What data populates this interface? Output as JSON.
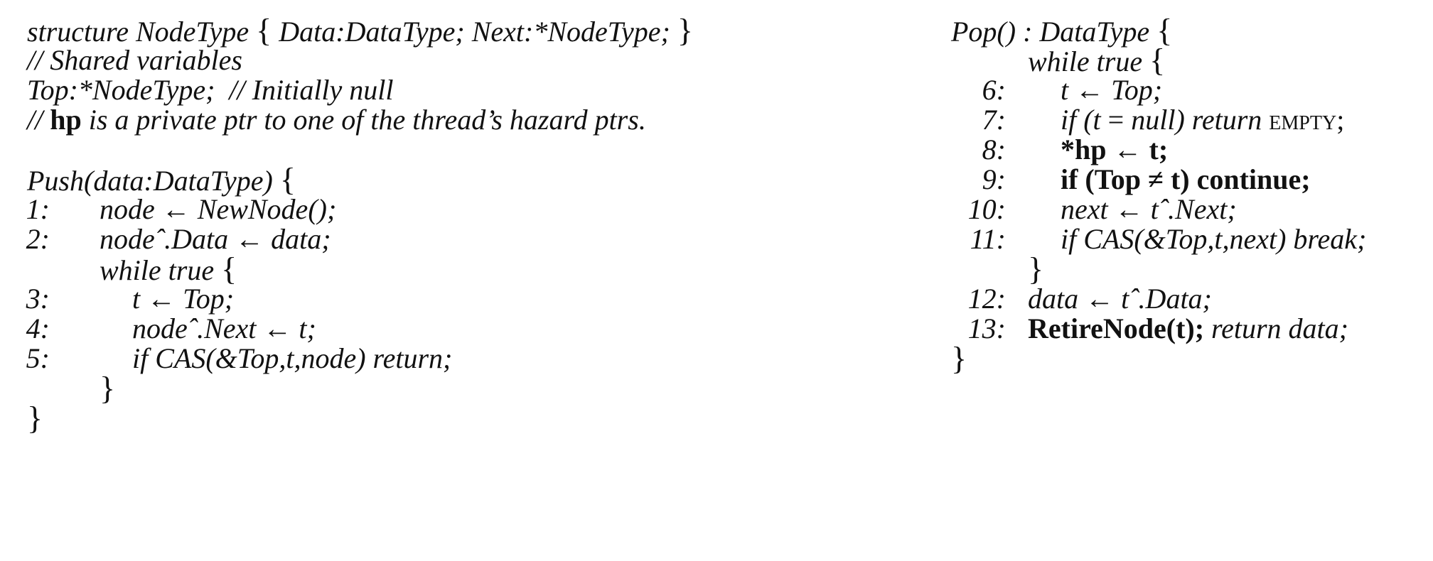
{
  "left": {
    "lines": [
      {
        "ln": "",
        "indent": 0,
        "segs": [
          {
            "t": "structure NodeType "
          },
          {
            "t": "{",
            "s": "br"
          },
          {
            "t": " Data:DataType; Next:*NodeType; "
          },
          {
            "t": "}",
            "s": "br"
          }
        ]
      },
      {
        "ln": "",
        "indent": 0,
        "segs": [
          {
            "t": "// Shared variables"
          }
        ]
      },
      {
        "ln": "",
        "indent": 0,
        "segs": [
          {
            "t": "Top:*NodeType;  // Initially null"
          }
        ]
      },
      {
        "ln": "",
        "indent": 0,
        "segs": [
          {
            "t": "// "
          },
          {
            "t": "hp",
            "s": "b"
          },
          {
            "t": " is a private ptr to one of the thread’s hazard ptrs."
          }
        ]
      },
      {
        "ln": "",
        "indent": 0,
        "segs": []
      },
      {
        "ln": "",
        "indent": 0,
        "segs": [
          {
            "t": "Push(data:DataType) "
          },
          {
            "t": "{",
            "s": "br"
          }
        ]
      },
      {
        "ln": "1:",
        "indent": 1,
        "segs": [
          {
            "t": "node "
          },
          {
            "t": "←",
            "s": "up"
          },
          {
            "t": " NewNode();"
          }
        ]
      },
      {
        "ln": "2:",
        "indent": 1,
        "segs": [
          {
            "t": "nodeˆ.Data "
          },
          {
            "t": "←",
            "s": "up"
          },
          {
            "t": " data;"
          }
        ]
      },
      {
        "ln": "",
        "indent": 1,
        "segs": [
          {
            "t": "while true "
          },
          {
            "t": "{",
            "s": "br"
          }
        ]
      },
      {
        "ln": "3:",
        "indent": 2,
        "segs": [
          {
            "t": "t "
          },
          {
            "t": "←",
            "s": "up"
          },
          {
            "t": " Top;"
          }
        ]
      },
      {
        "ln": "4:",
        "indent": 2,
        "segs": [
          {
            "t": "nodeˆ.Next "
          },
          {
            "t": "←",
            "s": "up"
          },
          {
            "t": " t;"
          }
        ]
      },
      {
        "ln": "5:",
        "indent": 2,
        "segs": [
          {
            "t": "if CAS(&Top,t,node) return;"
          }
        ]
      },
      {
        "ln": "",
        "indent": 1,
        "segs": [
          {
            "t": "}",
            "s": "br"
          }
        ]
      },
      {
        "ln": "",
        "indent": 0,
        "segs": [
          {
            "t": "}",
            "s": "br"
          }
        ]
      }
    ]
  },
  "right": {
    "lines": [
      {
        "ln": "",
        "indent": 0,
        "segs": [
          {
            "t": "Pop() : DataType "
          },
          {
            "t": "{",
            "s": "br"
          }
        ]
      },
      {
        "ln": "",
        "indent": 1,
        "segs": [
          {
            "t": "while true "
          },
          {
            "t": "{",
            "s": "br"
          }
        ]
      },
      {
        "ln": "6:",
        "indent": 2,
        "segs": [
          {
            "t": "t "
          },
          {
            "t": "←",
            "s": "up"
          },
          {
            "t": " Top;"
          }
        ]
      },
      {
        "ln": "7:",
        "indent": 2,
        "segs": [
          {
            "t": "if (t "
          },
          {
            "t": "=",
            "s": "up"
          },
          {
            "t": " null) return "
          },
          {
            "t": "empty",
            "s": "sc"
          },
          {
            "t": ";",
            "s": "up"
          }
        ]
      },
      {
        "ln": "8:",
        "indent": 2,
        "segs": [
          {
            "t": "*hp ← t;",
            "s": "b"
          }
        ]
      },
      {
        "ln": "9:",
        "indent": 2,
        "segs": [
          {
            "t": "if (Top ≠ t) continue;",
            "s": "b"
          }
        ]
      },
      {
        "ln": "10:",
        "indent": 2,
        "segs": [
          {
            "t": "next "
          },
          {
            "t": "←",
            "s": "up"
          },
          {
            "t": " tˆ.Next;"
          }
        ]
      },
      {
        "ln": "11:",
        "indent": 2,
        "segs": [
          {
            "t": "if CAS(&Top,t,next) break;"
          }
        ]
      },
      {
        "ln": "",
        "indent": 1,
        "segs": [
          {
            "t": "}",
            "s": "br"
          }
        ]
      },
      {
        "ln": "12:",
        "indent": 1,
        "segs": [
          {
            "t": "data "
          },
          {
            "t": "←",
            "s": "up"
          },
          {
            "t": " tˆ.Data;"
          }
        ]
      },
      {
        "ln": "13:",
        "indent": 1,
        "segs": [
          {
            "t": "RetireNode(t);",
            "s": "b"
          },
          {
            "t": " return data;"
          }
        ]
      },
      {
        "ln": "",
        "indent": 0,
        "segs": [
          {
            "t": "}",
            "s": "br"
          }
        ]
      }
    ]
  }
}
